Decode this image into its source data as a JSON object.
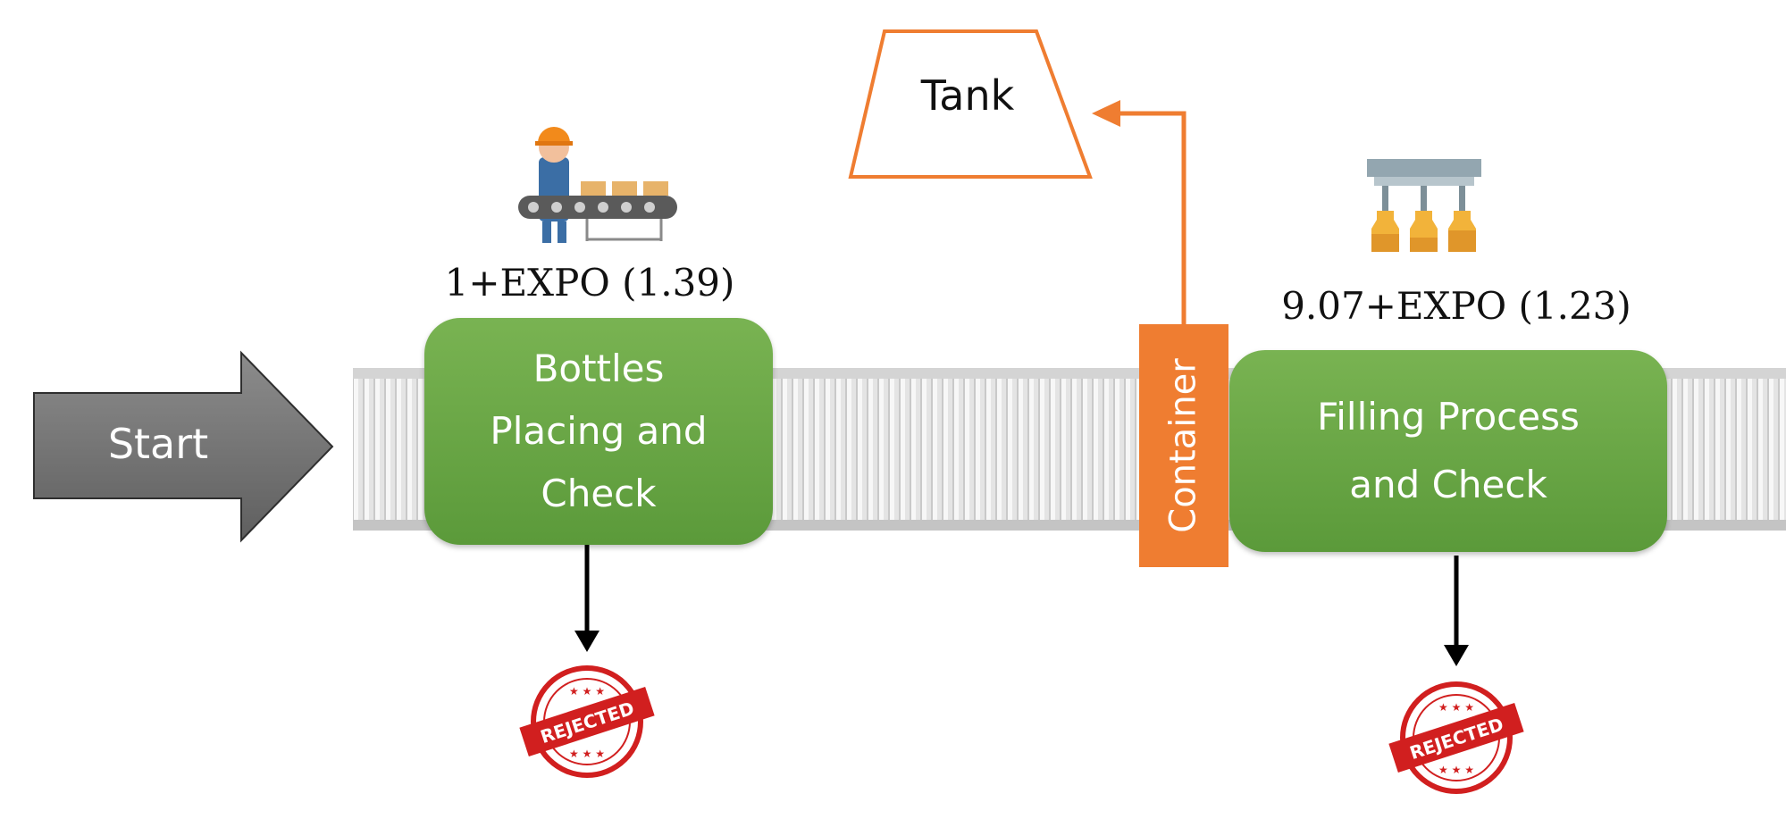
{
  "start": {
    "label": "Start"
  },
  "tank": {
    "label": "Tank"
  },
  "container": {
    "label": "Container"
  },
  "steps": [
    {
      "name": "Bottles\nPlacing and\nCheck",
      "distribution": "1+EXPO (1.39)"
    },
    {
      "name": "Filling Process\nand Check",
      "distribution": "9.07+EXPO (1.23)"
    }
  ],
  "stamps": [
    {
      "text": "REJECTED"
    },
    {
      "text": "REJECTED"
    }
  ],
  "colors": {
    "step_green": "#6aaa45",
    "container_orange": "#ef7d31",
    "start_arrow_gray": "#7a7a7a",
    "stamp_red": "#d11f1f",
    "conveyor_gray": "#d9d9d9"
  },
  "icons": [
    "worker-conveyor-icon",
    "filling-machine-icon",
    "rejected-stamp-icon"
  ]
}
